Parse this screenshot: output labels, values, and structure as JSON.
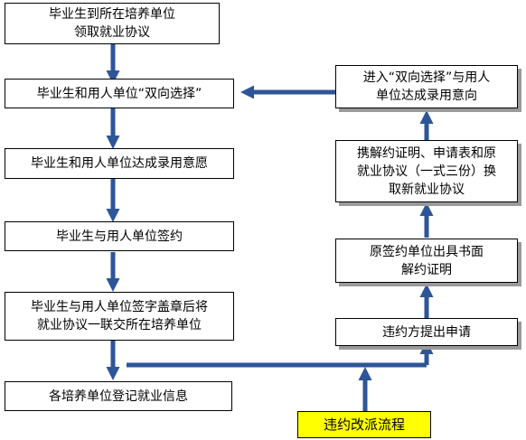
{
  "colors": {
    "arrow": "#2e5597",
    "box_border": "#000000",
    "box_shadow": "#9a9a9a",
    "highlight": "#ffff00"
  },
  "left_column": [
    {
      "id": "step-receive-agreement",
      "text": "毕业生到所在培养单位\n领取就业协议"
    },
    {
      "id": "step-mutual-selection",
      "text": "毕业生和用人单位“双向选择”"
    },
    {
      "id": "step-intent",
      "text": "毕业生和用人单位达成录用意愿"
    },
    {
      "id": "step-sign",
      "text": "毕业生与用人单位签约"
    },
    {
      "id": "step-stamp-submit",
      "text": "毕业生与用人单位签字盖章后将\n就业协议一联交所在培养单位"
    },
    {
      "id": "step-register",
      "text": "各培养单位登记就业信息"
    }
  ],
  "right_column": [
    {
      "id": "step-reenter-selection",
      "text": "进入“双向选择”与用人\n单位达成录用意向"
    },
    {
      "id": "step-exchange-agreement",
      "text": "携解约证明、申请表和原\n就业协议（一式三份）换\n取新就业协议"
    },
    {
      "id": "step-termination-certificate",
      "text": "原签约单位出具书面\n解约证明"
    },
    {
      "id": "step-breach-application",
      "text": "违约方提出申请"
    }
  ],
  "breach_process": {
    "text": "违约改派流程"
  }
}
